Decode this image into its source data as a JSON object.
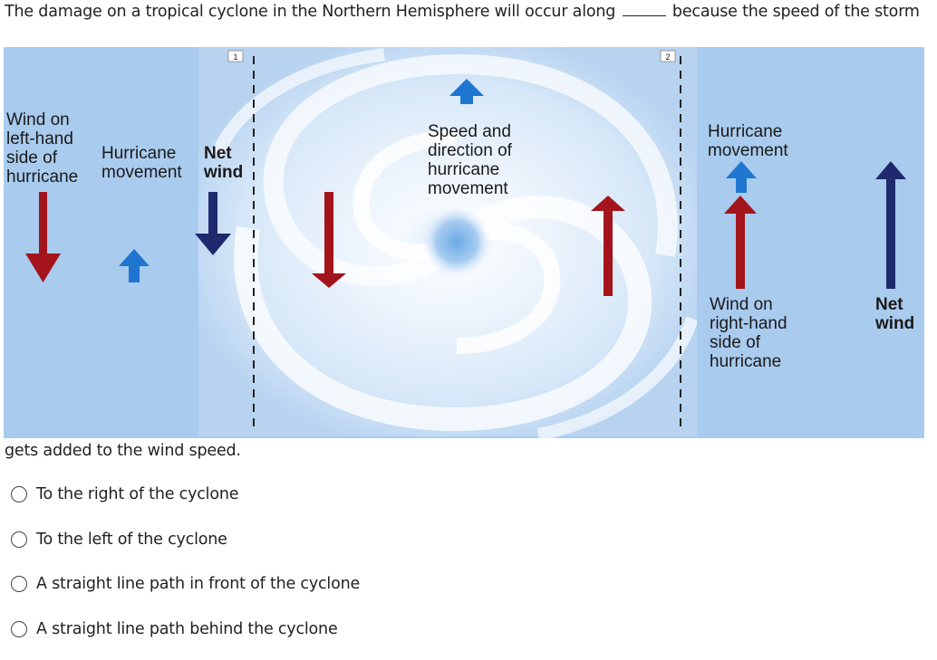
{
  "question": {
    "part1": "The damage on a tropical cyclone in the Northern Hemisphere will occur along",
    "part2": "because the speed of the storm",
    "continuation": "gets added to the wind speed."
  },
  "figure": {
    "left_panel": {
      "number": "1",
      "wind_label": [
        "Wind on",
        "left-hand",
        "side of",
        "hurricane"
      ],
      "movement_label": [
        "Hurricane",
        "movement"
      ],
      "net_label": [
        "Net",
        "wind"
      ]
    },
    "center_panel": {
      "caption": [
        "Speed and",
        "direction of",
        "hurricane",
        "movement"
      ]
    },
    "right_panel": {
      "number": "2",
      "movement_label": [
        "Hurricane",
        "movement"
      ],
      "wind_label": [
        "Wind on",
        "right-hand",
        "side of",
        "hurricane"
      ],
      "net_label": [
        "Net",
        "wind"
      ]
    },
    "colors": {
      "wind_arrow": "#a3141c",
      "movement_arrow": "#1f76d0",
      "net_arrow": "#1f2a6e",
      "sky": "#a9cbee"
    }
  },
  "options": [
    {
      "label": "To the right of the cyclone",
      "selected": false
    },
    {
      "label": "To the left of the cyclone",
      "selected": false
    },
    {
      "label": "A straight line path in front of the cyclone",
      "selected": false
    },
    {
      "label": "A straight line path behind the cyclone",
      "selected": false
    }
  ]
}
